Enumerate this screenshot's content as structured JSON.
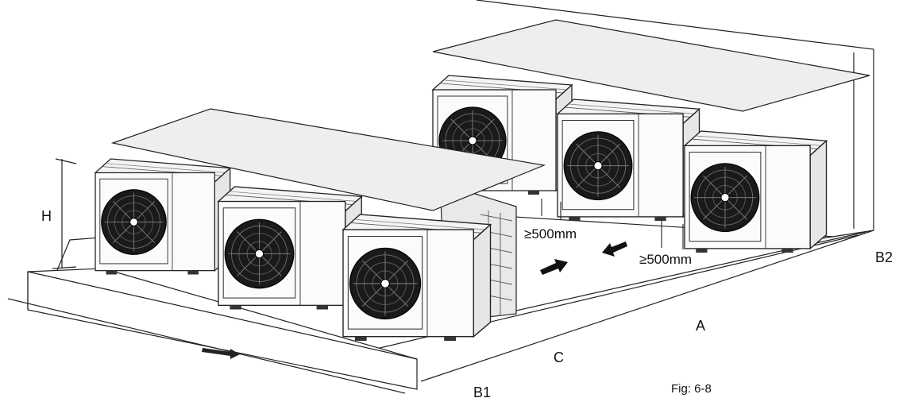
{
  "labels": {
    "height": "H",
    "clearance_front": "≥500mm",
    "clearance_rear": "≥500mm",
    "zone_a": "A",
    "zone_b1": "B1",
    "zone_b2": "B2",
    "zone_c": "C",
    "figure": "Fig: 6-8"
  },
  "colors": {
    "line": "#222222",
    "panel": "#f2f2f2",
    "fan_dark": "#1a1a1a",
    "canopy": "#eeeeee"
  },
  "icons": {
    "airflow_arrow": "arrow-icon",
    "fan": "fan-icon"
  }
}
